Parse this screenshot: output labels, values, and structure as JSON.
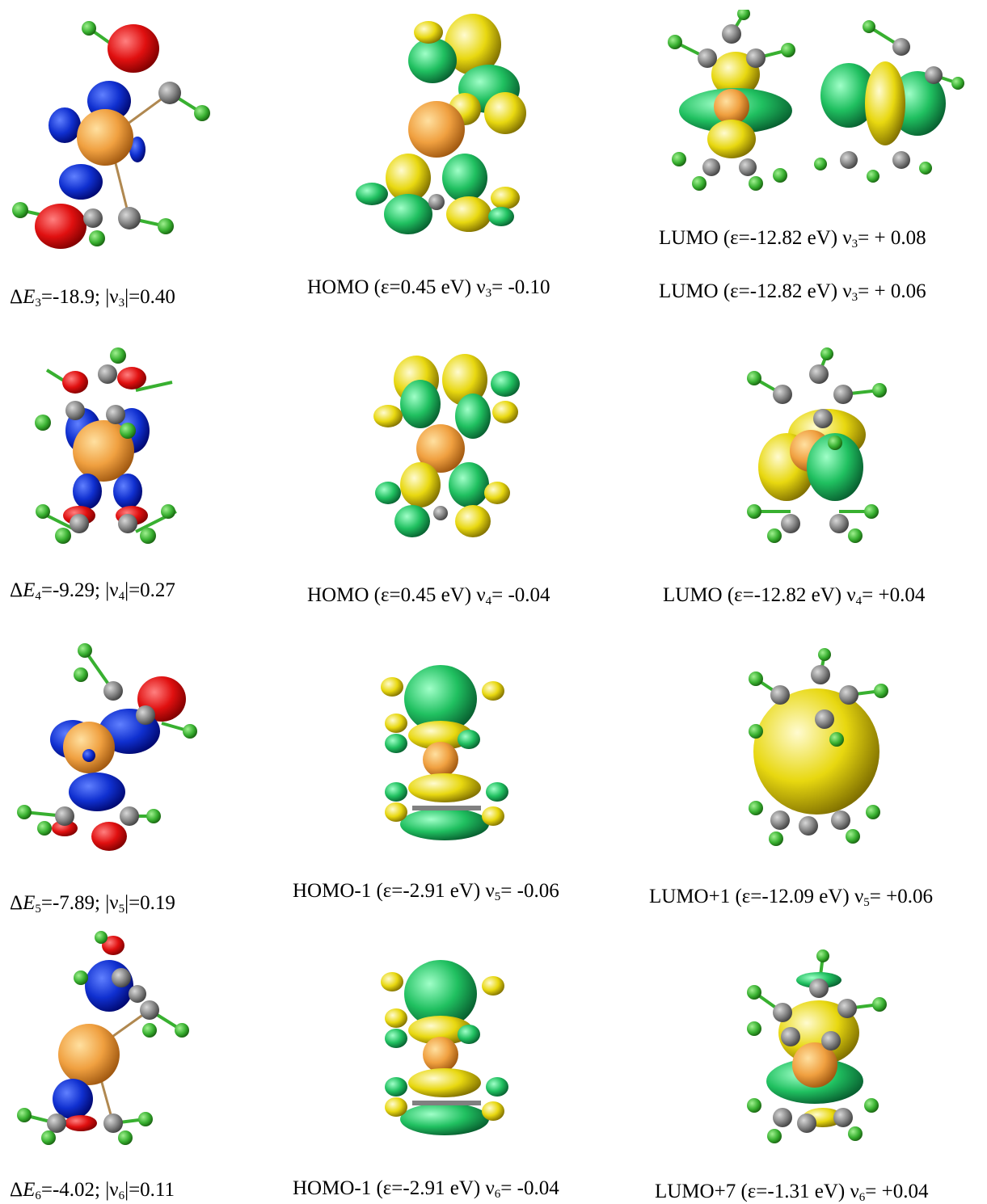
{
  "figure": {
    "rows": [
      {
        "density": {
          "dE": "-18.9",
          "abs_v": "0.40",
          "idx": "3"
        },
        "homo": {
          "label": "HOMO",
          "eps": "0.45",
          "v": "-0.10",
          "idx": "3"
        },
        "lumo": [
          {
            "label": "LUMO",
            "eps": "-12.82",
            "v": "+ 0.08",
            "idx": "3"
          },
          {
            "label": "LUMO",
            "eps": "-12.82",
            "v": "+ 0.06",
            "idx": "3"
          }
        ]
      },
      {
        "density": {
          "dE": "-9.29",
          "abs_v": "0.27",
          "idx": "4"
        },
        "homo": {
          "label": "HOMO",
          "eps": "0.45",
          "v": "-0.04",
          "idx": "4"
        },
        "lumo": [
          {
            "label": "LUMO",
            "eps": "-12.82",
            "v": "+0.04",
            "idx": "4"
          }
        ]
      },
      {
        "density": {
          "dE": "-7.89",
          "abs_v": "0.19",
          "idx": "5"
        },
        "homo": {
          "label": "HOMO-1",
          "eps": "-2.91",
          "v": "-0.06",
          "idx": "5"
        },
        "lumo": [
          {
            "label": "LUMO+1",
            "eps": "-12.09",
            "v": "+0.06",
            "idx": "5"
          }
        ]
      },
      {
        "density": {
          "dE": "-4.02",
          "abs_v": "0.11",
          "idx": "6"
        },
        "homo": {
          "label": "HOMO-1",
          "eps": "-2.91",
          "v": "-0.04",
          "idx": "6"
        },
        "lumo": [
          {
            "label": "LUMO+7",
            "eps": "-1.31",
            "v": "+0.04",
            "idx": "6"
          }
        ]
      }
    ],
    "colors": {
      "metal": "#f0a040",
      "carbon": "#808080",
      "hydrogen": "#38b030",
      "bond": "#b08850",
      "lobe_red": "#e01010",
      "lobe_blue": "#1030d0",
      "lobe_green": "#20c060",
      "lobe_yellow": "#e8d810"
    }
  }
}
